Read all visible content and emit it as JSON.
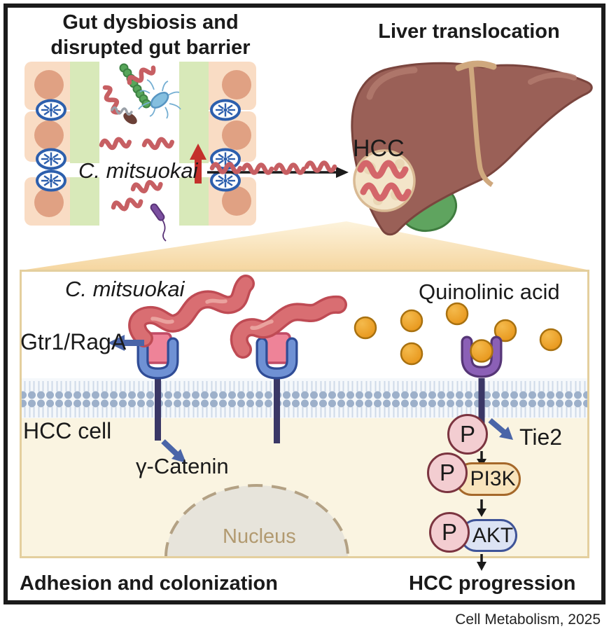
{
  "header": {
    "gut_title_line1": "Gut dysbiosis and",
    "gut_title_line2": "disrupted gut barrier",
    "liver_title": "Liver translocation"
  },
  "gut": {
    "bacteria_label": "C. mitsuokai"
  },
  "liver": {
    "tumor_label": "HCC"
  },
  "panel": {
    "bacteria_label": "C. mitsuokai",
    "metabolite_label": "Quinolinic acid",
    "receptor_label": "Gtr1/RagA",
    "cell_label": "HCC cell",
    "catenin_label": "γ-Catenin",
    "tie2_label": "Tie2",
    "phospho_label": "P",
    "pi3k_label": "PI3K",
    "akt_label": "AKT",
    "nucleus_label": "Nucleus",
    "outcome_left": "Adhesion and colonization",
    "outcome_right": "HCC progression"
  },
  "footer": {
    "citation": "Cell Metabolism, 2025"
  },
  "colors": {
    "liver": "#9a6057",
    "tumor": "#f3e5c9",
    "membrane_head": "#9db0ca",
    "quinolinic_acid": "#e79418",
    "bacterium": "#d96e72",
    "receptor_blue": "#6f91d4",
    "receptor_purple": "#8b60b6",
    "accent_blue": "#4a65a8",
    "panel_cream": "#faf4e1",
    "mucus_green": "#d8e9b9",
    "epithelium": "#f9dcc4"
  }
}
